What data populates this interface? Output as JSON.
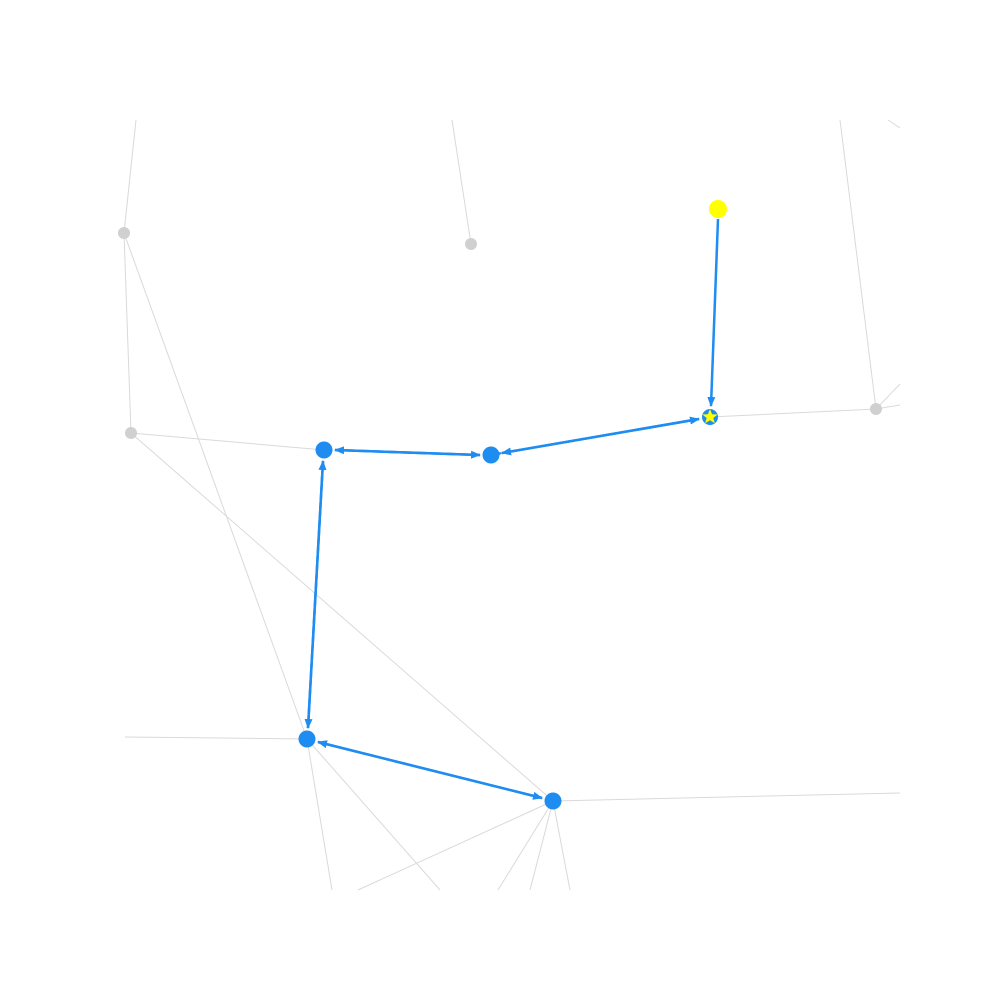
{
  "colors": {
    "background": "#ffffff",
    "inactive_edge": "#d9d9d9",
    "inactive_node": "#d0d0d0",
    "route": "#1e8cf0",
    "highlight": "#ffff00"
  },
  "graph": {
    "inactive_nodes": [
      "node-a",
      "node-b",
      "node-c",
      "node-d"
    ],
    "route_nodes": [
      "node-1",
      "node-2",
      "node-3",
      "node-4",
      "node-5"
    ],
    "start_node": "start-node",
    "goal_node": "goal-star-node",
    "route": [
      {
        "from": "start-node",
        "to": "goal-star-node",
        "direction": "one-way"
      },
      {
        "from": "goal-star-node",
        "to": "node-1",
        "direction": "two-way"
      },
      {
        "from": "node-1",
        "to": "node-2",
        "direction": "two-way"
      },
      {
        "from": "node-2",
        "to": "node-3",
        "direction": "two-way"
      },
      {
        "from": "node-3",
        "to": "node-4",
        "direction": "two-way"
      }
    ],
    "goal_marker": "star-icon"
  }
}
